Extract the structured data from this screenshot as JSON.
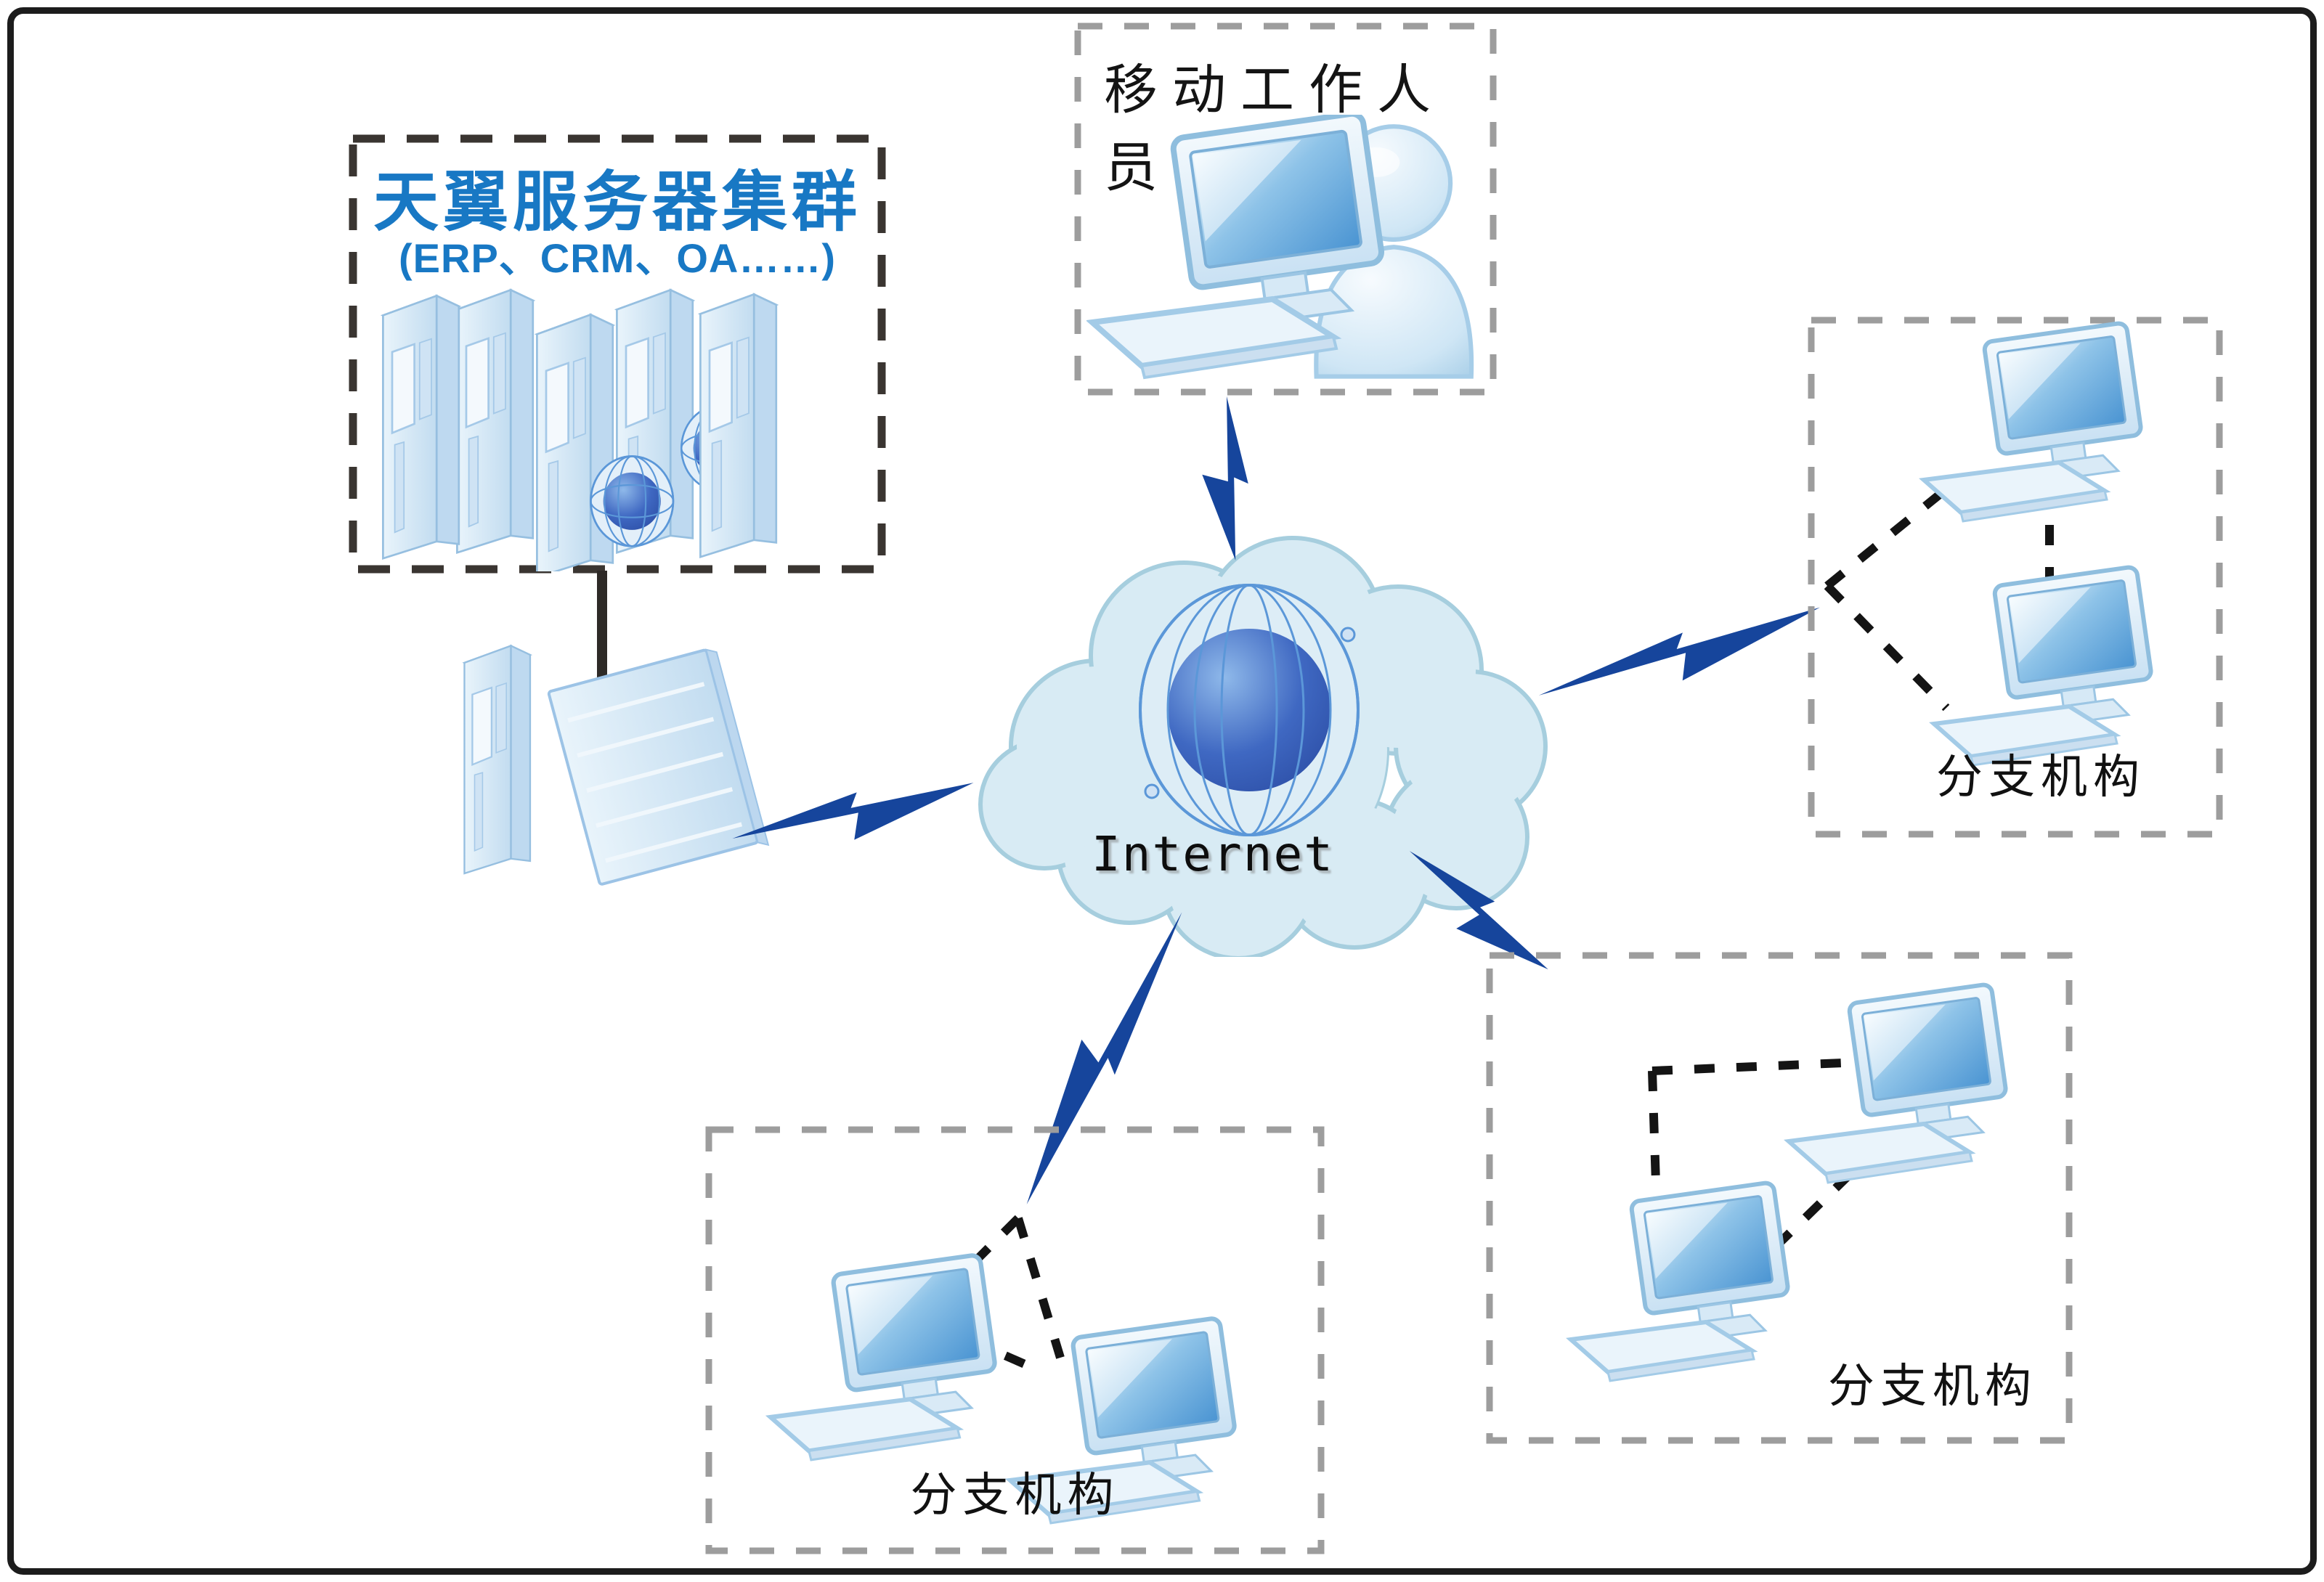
{
  "cluster": {
    "title": "天翼服务器集群",
    "subtitle": "(ERP、CRM、OA……)"
  },
  "mobile": {
    "label": "移动工作人员"
  },
  "cloud": {
    "label": "Internet"
  },
  "branches": [
    {
      "id": "right",
      "label": "分支机构"
    },
    {
      "id": "bottom-center",
      "label": "分支机构"
    },
    {
      "id": "bottom-right",
      "label": "分支机构"
    }
  ],
  "icons": {
    "server_cluster": "tower-server-icon",
    "globe": "globe-icon",
    "gateway": "gateway-server-icon",
    "desktop": "desktop-computer-icon",
    "person": "person-icon",
    "cloud": "internet-cloud-icon",
    "link": "lightning-bolt-icon"
  },
  "colors": {
    "title_blue": "#1878c4",
    "bolt_blue": "#16459c",
    "cloud_fill": "#d8ebf4",
    "cloud_stroke": "#a6cede",
    "cluster_dash": "#3a3531",
    "branch_dash": "#9d9d9d",
    "link_dash": "#141414",
    "device_blue": "#bed9f0",
    "frame_black": "#1c1c1c"
  }
}
